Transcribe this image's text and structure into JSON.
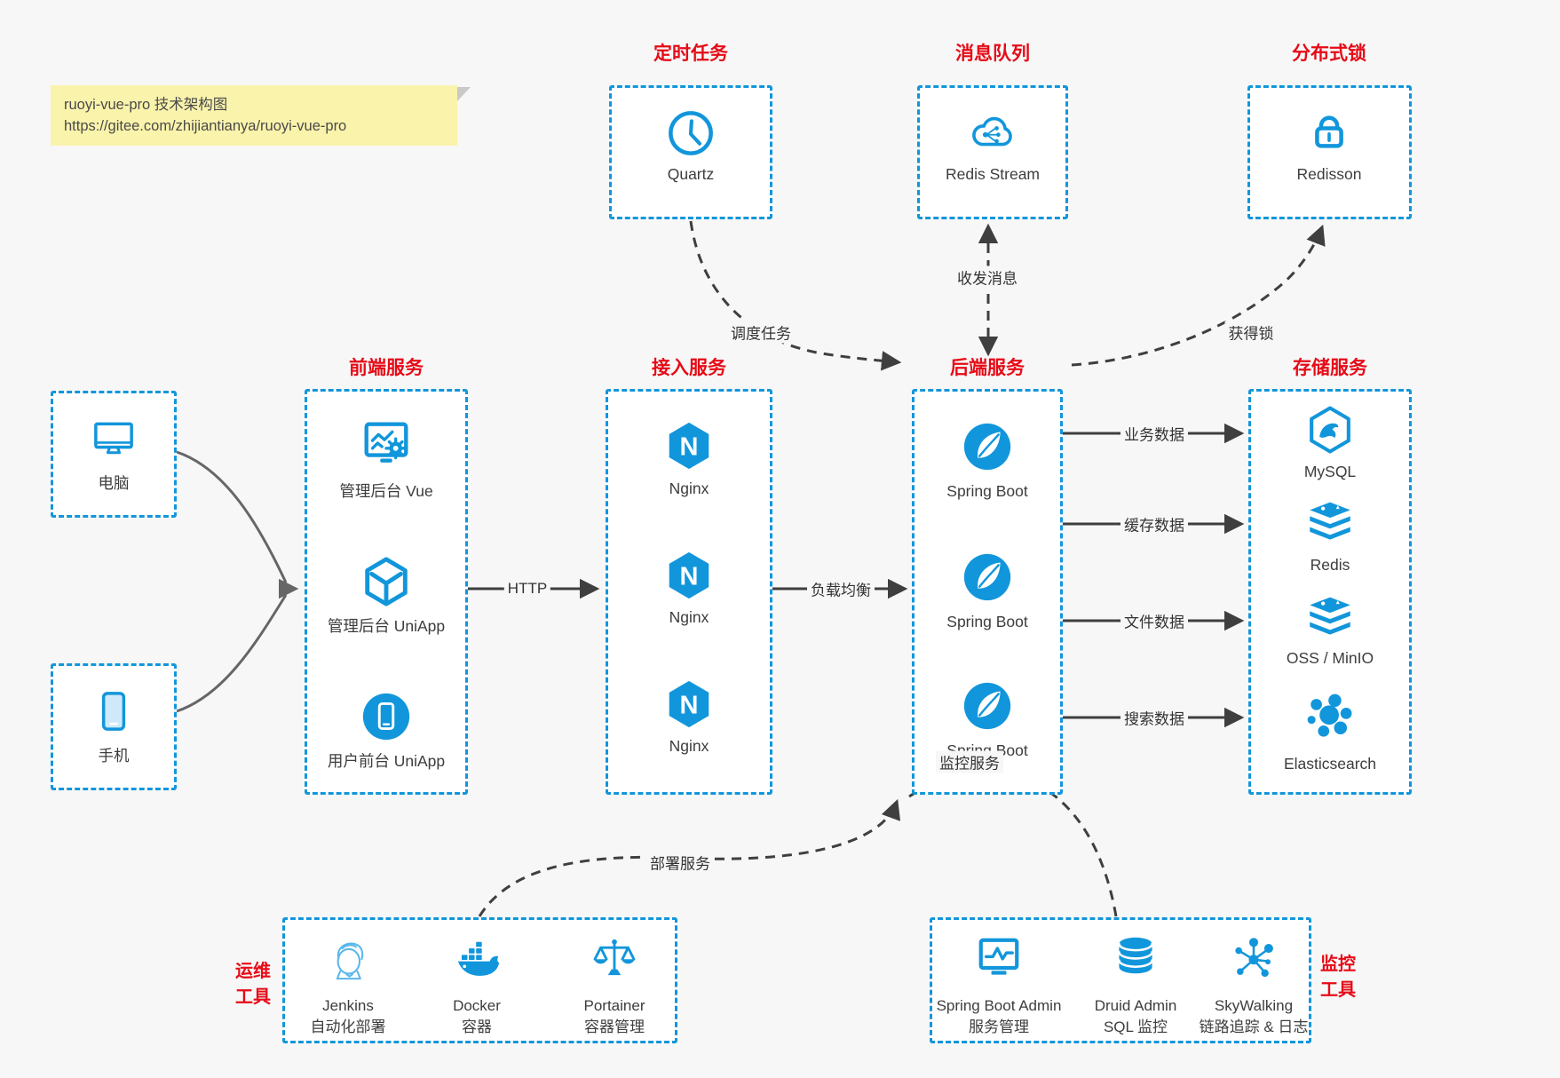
{
  "colors": {
    "accent": "#1296db",
    "title_red": "#e60b17",
    "connector_dark": "#3f3f3f",
    "device_connector": "#666666",
    "page_bg": "#f7f7f7",
    "box_bg": "#ffffff",
    "note_bg": "#faf3ab"
  },
  "note": {
    "line1": "ruoyi-vue-pro 技术架构图",
    "line2": "https://gitee.com/zhijiantianya/ruoyi-vue-pro"
  },
  "sections": {
    "scheduled_task": "定时任务",
    "message_queue": "消息队列",
    "distributed_lock": "分布式锁",
    "frontend": "前端服务",
    "gateway": "接入服务",
    "backend": "后端服务",
    "storage": "存储服务",
    "ops": {
      "line1": "运维",
      "line2": "工具"
    },
    "monitoring": {
      "line1": "监控",
      "line2": "工具"
    }
  },
  "nodes": {
    "quartz": "Quartz",
    "redis_stream": "Redis Stream",
    "redisson": "Redisson",
    "pc": "电脑",
    "mobile": "手机",
    "admin_vue": "管理后台 Vue",
    "admin_uniapp": "管理后台 UniApp",
    "user_uniapp": "用户前台 UniApp",
    "nginx": "Nginx",
    "spring_boot": "Spring Boot",
    "mysql": "MySQL",
    "redis": "Redis",
    "oss": "OSS / MinIO",
    "elasticsearch": "Elasticsearch",
    "jenkins": {
      "name": "Jenkins",
      "desc": "自动化部署"
    },
    "docker": {
      "name": "Docker",
      "desc": "容器"
    },
    "portainer": {
      "name": "Portainer",
      "desc": "容器管理"
    },
    "spring_boot_admin": {
      "name": "Spring Boot Admin",
      "desc": "服务管理"
    },
    "druid": {
      "name": "Druid Admin",
      "desc": "SQL 监控"
    },
    "skywalking": {
      "name": "SkyWalking",
      "desc": "链路追踪 & 日志"
    }
  },
  "edges": {
    "http": "HTTP",
    "load_balance": "负载均衡",
    "dispatch": "调度任务",
    "send_receive": "收发消息",
    "acquire_lock": "获得锁",
    "business_data": "业务数据",
    "cache_data": "缓存数据",
    "file_data": "文件数据",
    "search_data": "搜索数据",
    "deploy": "部署服务",
    "monitor": "监控服务"
  },
  "icons": {
    "nginx_letter": "N"
  }
}
